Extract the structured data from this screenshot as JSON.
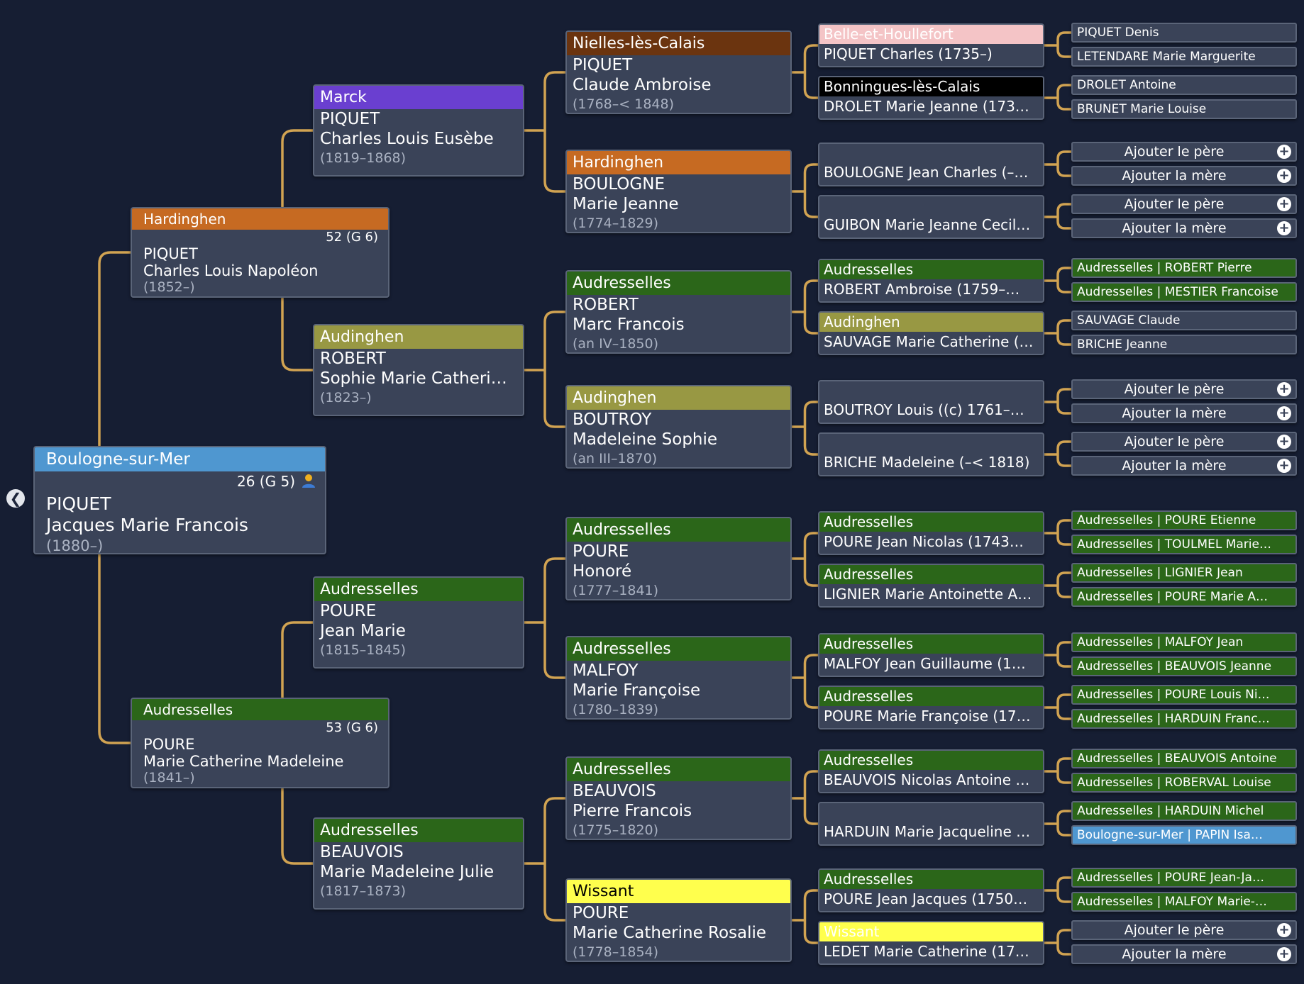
{
  "navigation": {
    "back_icon": "chevron-left-icon"
  },
  "colors": {
    "background": "#161e33",
    "box": "#3a4358",
    "connector": "#d1a352",
    "Boulogne-sur-Mer": "#4f97d0",
    "Hardinghen": "#c66a22",
    "Audresselles": "#2b6619",
    "Audinghen": "#989843",
    "Marck": "#6a3fd0",
    "Nielles-lès-Calais": "#6b340f",
    "Wissant": "#ffff4d",
    "Belle-et-Houllefort": "#f4c4c6",
    "Bonningues-lès-Calais": "#000000"
  },
  "root": {
    "place": "Boulogne-sur-Mer",
    "number": "26 (G 5)",
    "surname": "PIQUET",
    "given": "Jacques Marie Francois",
    "dates": "(1880–)",
    "icon": "person-icon"
  },
  "parents": [
    {
      "place": "Hardinghen",
      "number": "52 (G 6)",
      "surname": "PIQUET",
      "given": "Charles Louis Napoléon",
      "dates": "(1852–)"
    },
    {
      "place": "Audresselles",
      "number": "53 (G 6)",
      "surname": "POURE",
      "given": "Marie Catherine Madeleine",
      "dates": "(1841–)"
    }
  ],
  "grandparents": [
    {
      "place": "Marck",
      "surname": "PIQUET",
      "given": "Charles Louis Eusèbe",
      "dates": "(1819–1868)"
    },
    {
      "place": "Audinghen",
      "surname": "ROBERT",
      "given": "Sophie Marie Catherine…",
      "dates": "(1823–)"
    },
    {
      "place": "Audresselles",
      "surname": "POURE",
      "given": "Jean Marie",
      "dates": "(1815–1845)"
    },
    {
      "place": "Audresselles",
      "surname": "BEAUVOIS",
      "given": "Marie Madeleine Julie",
      "dates": "(1817–1873)"
    }
  ],
  "great_grandparents": [
    {
      "place": "Nielles-lès-Calais",
      "surname": "PIQUET",
      "given": "Claude Ambroise",
      "dates": "(1768–< 1848)"
    },
    {
      "place": "Hardinghen",
      "surname": "BOULOGNE",
      "given": "Marie Jeanne",
      "dates": "(1774–1829)"
    },
    {
      "place": "Audresselles",
      "surname": "ROBERT",
      "given": "Marc Francois",
      "dates": "(an IV–1850)"
    },
    {
      "place": "Audinghen",
      "surname": "BOUTROY",
      "given": "Madeleine Sophie",
      "dates": "(an III–1870)"
    },
    {
      "place": "Audresselles",
      "surname": "POURE",
      "given": "Honoré",
      "dates": "(1777–1841)"
    },
    {
      "place": "Audresselles",
      "surname": "MALFOY",
      "given": "Marie Françoise",
      "dates": "(1780–1839)"
    },
    {
      "place": "Audresselles",
      "surname": "BEAUVOIS",
      "given": "Pierre Francois",
      "dates": "(1775–1820)"
    },
    {
      "place": "Wissant",
      "surname": "POURE",
      "given": "Marie Catherine Rosalie",
      "dates": "(1778–1854)"
    }
  ],
  "gen4": [
    {
      "place": "Belle-et-Houllefort",
      "name": "PIQUET Charles (1735–)"
    },
    {
      "place": "Bonningues-lès-Calais",
      "name": "DROLET Marie Jeanne (173…"
    },
    {
      "place": "",
      "name": "BOULOGNE Jean Charles (–…"
    },
    {
      "place": "",
      "name": "GUIBON Marie Jeanne Cecil…"
    },
    {
      "place": "Audresselles",
      "name": "ROBERT Ambroise (1759–…"
    },
    {
      "place": "Audinghen",
      "name": "SAUVAGE Marie Catherine (…"
    },
    {
      "place": "",
      "name": "BOUTROY Louis ((c) 1761–…"
    },
    {
      "place": "",
      "name": "BRICHE Madeleine (–< 1818)"
    },
    {
      "place": "Audresselles",
      "name": "POURE Jean Nicolas (1743…"
    },
    {
      "place": "Audresselles",
      "name": "LIGNIER Marie Antoinette A…"
    },
    {
      "place": "Audresselles",
      "name": "MALFOY Jean Guillaume (1…"
    },
    {
      "place": "Audresselles",
      "name": "POURE Marie Françoise (17…"
    },
    {
      "place": "Audresselles",
      "name": "BEAUVOIS Nicolas Antoine …"
    },
    {
      "place": "",
      "name": "HARDUIN Marie Jacqueline …"
    },
    {
      "place": "Audresselles",
      "name": "POURE Jean Jacques (1750…"
    },
    {
      "place": "Wissant",
      "name": "LEDET Marie Catherine (17…"
    }
  ],
  "gen5": [
    {
      "type": "person",
      "place": "",
      "name": "PIQUET Denis"
    },
    {
      "type": "person",
      "place": "",
      "name": "LETENDARE Marie Marguerite"
    },
    {
      "type": "person",
      "place": "",
      "name": "DROLET Antoine"
    },
    {
      "type": "person",
      "place": "",
      "name": "BRUNET Marie Louise"
    },
    {
      "type": "add",
      "label": "Ajouter le père"
    },
    {
      "type": "add",
      "label": "Ajouter la mère"
    },
    {
      "type": "add",
      "label": "Ajouter le père"
    },
    {
      "type": "add",
      "label": "Ajouter la mère"
    },
    {
      "type": "person",
      "place": "Audresselles",
      "name": "Audresselles | ROBERT Pierre"
    },
    {
      "type": "person",
      "place": "Audresselles",
      "name": "Audresselles | MESTIER Francoise"
    },
    {
      "type": "person",
      "place": "",
      "name": "SAUVAGE Claude"
    },
    {
      "type": "person",
      "place": "",
      "name": "BRICHE Jeanne"
    },
    {
      "type": "add",
      "label": "Ajouter le père"
    },
    {
      "type": "add",
      "label": "Ajouter la mère"
    },
    {
      "type": "add",
      "label": "Ajouter le père"
    },
    {
      "type": "add",
      "label": "Ajouter la mère"
    },
    {
      "type": "person",
      "place": "Audresselles",
      "name": "Audresselles | POURE Etienne"
    },
    {
      "type": "person",
      "place": "Audresselles",
      "name": "Audresselles | TOULMEL Marie…"
    },
    {
      "type": "person",
      "place": "Audresselles",
      "name": "Audresselles | LIGNIER Jean"
    },
    {
      "type": "person",
      "place": "Audresselles",
      "name": "Audresselles | POURE Marie A…"
    },
    {
      "type": "person",
      "place": "Audresselles",
      "name": "Audresselles | MALFOY Jean"
    },
    {
      "type": "person",
      "place": "Audresselles",
      "name": "Audresselles | BEAUVOIS Jeanne"
    },
    {
      "type": "person",
      "place": "Audresselles",
      "name": "Audresselles | POURE Louis Ni…"
    },
    {
      "type": "person",
      "place": "Audresselles",
      "name": "Audresselles | HARDUIN Franc…"
    },
    {
      "type": "person",
      "place": "Audresselles",
      "name": "Audresselles | BEAUVOIS Antoine"
    },
    {
      "type": "person",
      "place": "Audresselles",
      "name": "Audresselles | ROBERVAL Louise"
    },
    {
      "type": "person",
      "place": "Audresselles",
      "name": "Audresselles | HARDUIN Michel"
    },
    {
      "type": "person",
      "place": "Boulogne-sur-Mer",
      "name": "Boulogne-sur-Mer | PAPIN Isa…"
    },
    {
      "type": "person",
      "place": "Audresselles",
      "name": "Audresselles | POURE Jean-Ja…"
    },
    {
      "type": "person",
      "place": "Audresselles",
      "name": "Audresselles | MALFOY Marie-…"
    },
    {
      "type": "add",
      "label": "Ajouter le père"
    },
    {
      "type": "add",
      "label": "Ajouter la mère"
    }
  ]
}
